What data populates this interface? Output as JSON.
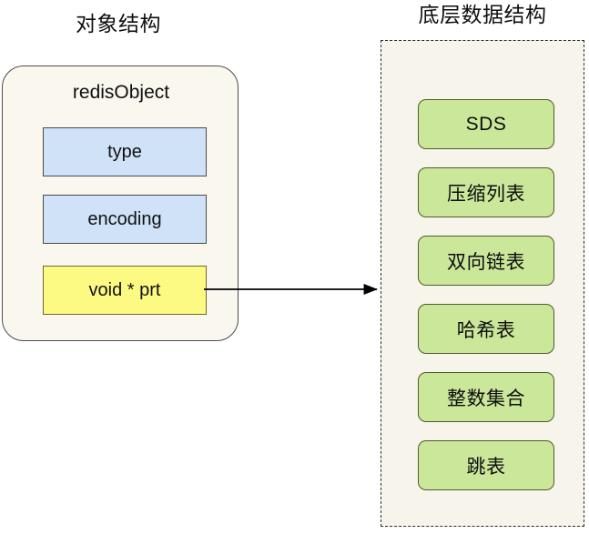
{
  "titles": {
    "object_structure": "对象结构",
    "underlying_data_structure": "底层数据结构"
  },
  "object_card": {
    "name": "redisObject",
    "fields": [
      {
        "label": "type",
        "color": "#cfe2f7"
      },
      {
        "label": "encoding",
        "color": "#cfe2f7"
      },
      {
        "label": "void * prt",
        "color": "#fdfa83"
      }
    ]
  },
  "connector": {
    "from": "void * prt",
    "to": "underlying data structure container",
    "style": "solid-arrow",
    "color": "#000000"
  },
  "storage_container": {
    "border_style": "dashed",
    "fill": "#f7f4ec",
    "items": [
      {
        "label": "SDS"
      },
      {
        "label": "压缩列表"
      },
      {
        "label": "双向链表"
      },
      {
        "label": "哈希表"
      },
      {
        "label": "整数集合"
      },
      {
        "label": "跳表"
      }
    ]
  },
  "colors": {
    "page_background": "#ffffff",
    "card_fill": "#faf7ef",
    "blue_field": "#cfe2f7",
    "yellow_field": "#fdfa83",
    "green_box": "#cbe79a",
    "green_border": "#4f5c2a",
    "outline": "#4d4d4d"
  }
}
